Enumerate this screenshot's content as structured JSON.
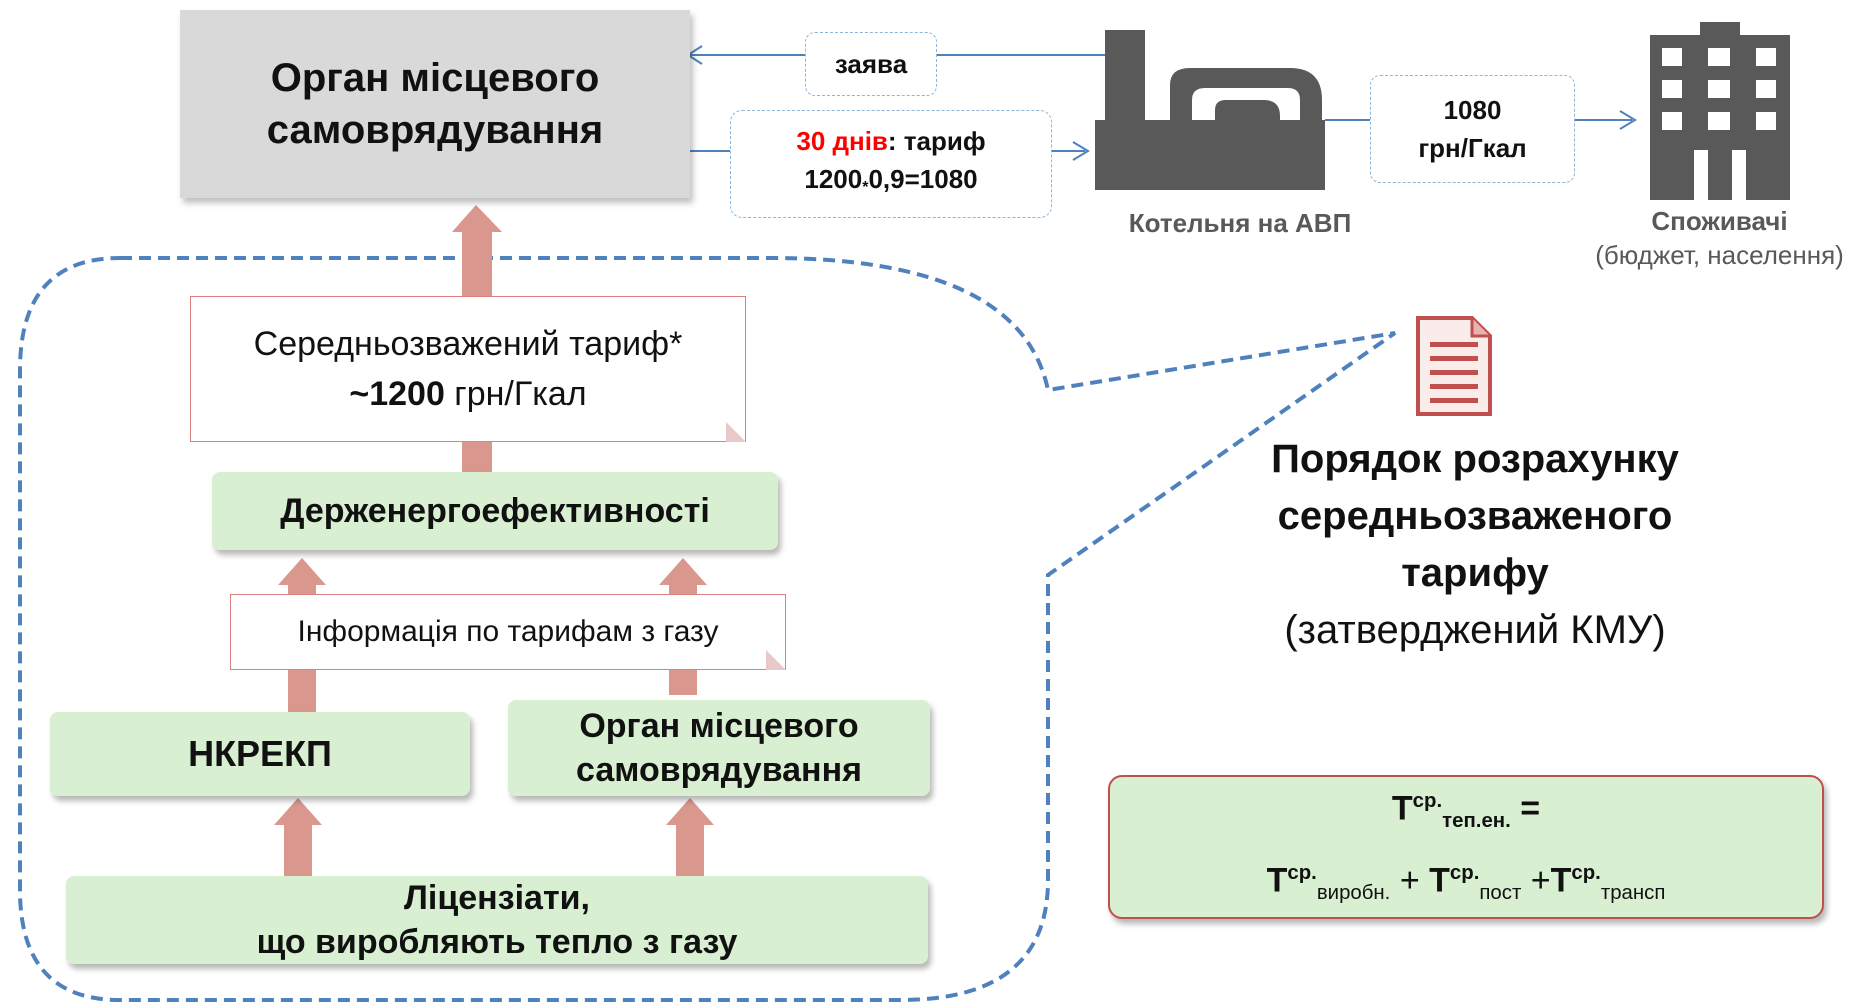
{
  "top_authority": {
    "line1": "Орган місцевого",
    "line2": "самоврядування"
  },
  "application": {
    "label": "заява"
  },
  "tariff_notice": {
    "days": "30 днів",
    "rest": ": тариф",
    "calc": "1200",
    "calc_op": "*",
    "calc_rest": "0,9=1080"
  },
  "boiler": {
    "label": "Котельня на АВП"
  },
  "price_to_consumer": {
    "line1": "1080",
    "line2": "грн/Гкал"
  },
  "consumers": {
    "title": "Споживачі",
    "subtitle": "(бюджет, населення)"
  },
  "weighted_tariff": {
    "line1": "Середньозважений тариф*",
    "prefix": "~",
    "value": "1200",
    "unit": " грн/Гкал"
  },
  "agency": {
    "label": "Держенергоефективності"
  },
  "gas_info": {
    "label": "Інформація по тарифам з газу"
  },
  "regulator": {
    "label": "НКРЕКП"
  },
  "local_authority": {
    "line1": "Орган місцевого",
    "line2": "самоврядування"
  },
  "licensees": {
    "line1": "Ліцензіати,",
    "line2": "що виробляють тепло з газу"
  },
  "procedure": {
    "line1": "Порядок розрахунку",
    "line2": "середньозваженого",
    "line3": "тарифу",
    "line4": "(затверджений КМУ)"
  },
  "formula": {
    "T": "Т",
    "sup": "ср.",
    "total_sub": "теп.ен.",
    "eq": " =",
    "prod_sub": "виробн.",
    "plus": "+",
    "trans_sub": "пост",
    "plus2": " +",
    "transp_sub": "трансп"
  },
  "colors": {
    "green_box": "#d9efd2",
    "gray_box": "#d9d9d9",
    "arrow": "#d9978d",
    "dash": "#4f81bd",
    "red_text": "#ff0000",
    "building": "#595959",
    "doc": "#c0504d"
  }
}
